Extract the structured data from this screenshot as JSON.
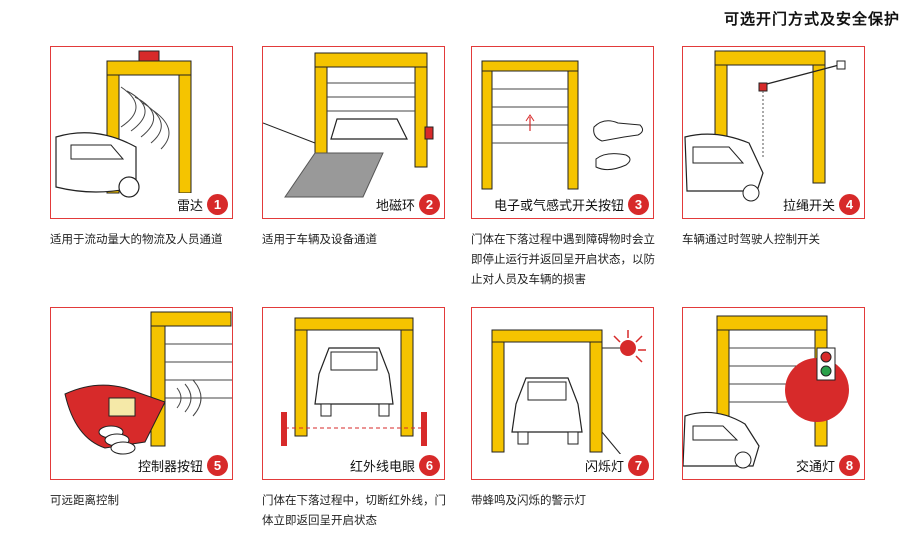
{
  "title": "可选开门方式及安全保护",
  "colors": {
    "door_yellow": "#f5c400",
    "accent_red": "#d72a2a",
    "line": "#222222"
  },
  "items": [
    {
      "num": "1",
      "label": "雷达",
      "desc": "适用于流动量大的物流及人员通道",
      "icon": "radar-scene"
    },
    {
      "num": "2",
      "label": "地磁环",
      "desc": "适用于车辆及设备通道",
      "icon": "magnetic-loop-scene"
    },
    {
      "num": "3",
      "label": "电子或气感式开关按钮",
      "desc": "门体在下落过程中遇到障碍物时会立即停止运行并返回呈开启状态，以防止对人员及车辆的损害",
      "icon": "sensor-switch-scene"
    },
    {
      "num": "4",
      "label": "拉绳开关",
      "desc": "车辆通过时驾驶人控制开关",
      "icon": "pull-cord-scene"
    },
    {
      "num": "5",
      "label": "控制器按钮",
      "desc": "可远距离控制",
      "icon": "remote-control-scene"
    },
    {
      "num": "6",
      "label": "红外线电眼",
      "desc": "门体在下落过程中，切断红外线，门体立即返回呈开启状态",
      "icon": "infrared-eye-scene"
    },
    {
      "num": "7",
      "label": "闪烁灯",
      "desc": "带蜂鸣及闪烁的警示灯",
      "icon": "flash-light-scene"
    },
    {
      "num": "8",
      "label": "交通灯",
      "desc": "",
      "icon": "traffic-light-scene"
    }
  ]
}
